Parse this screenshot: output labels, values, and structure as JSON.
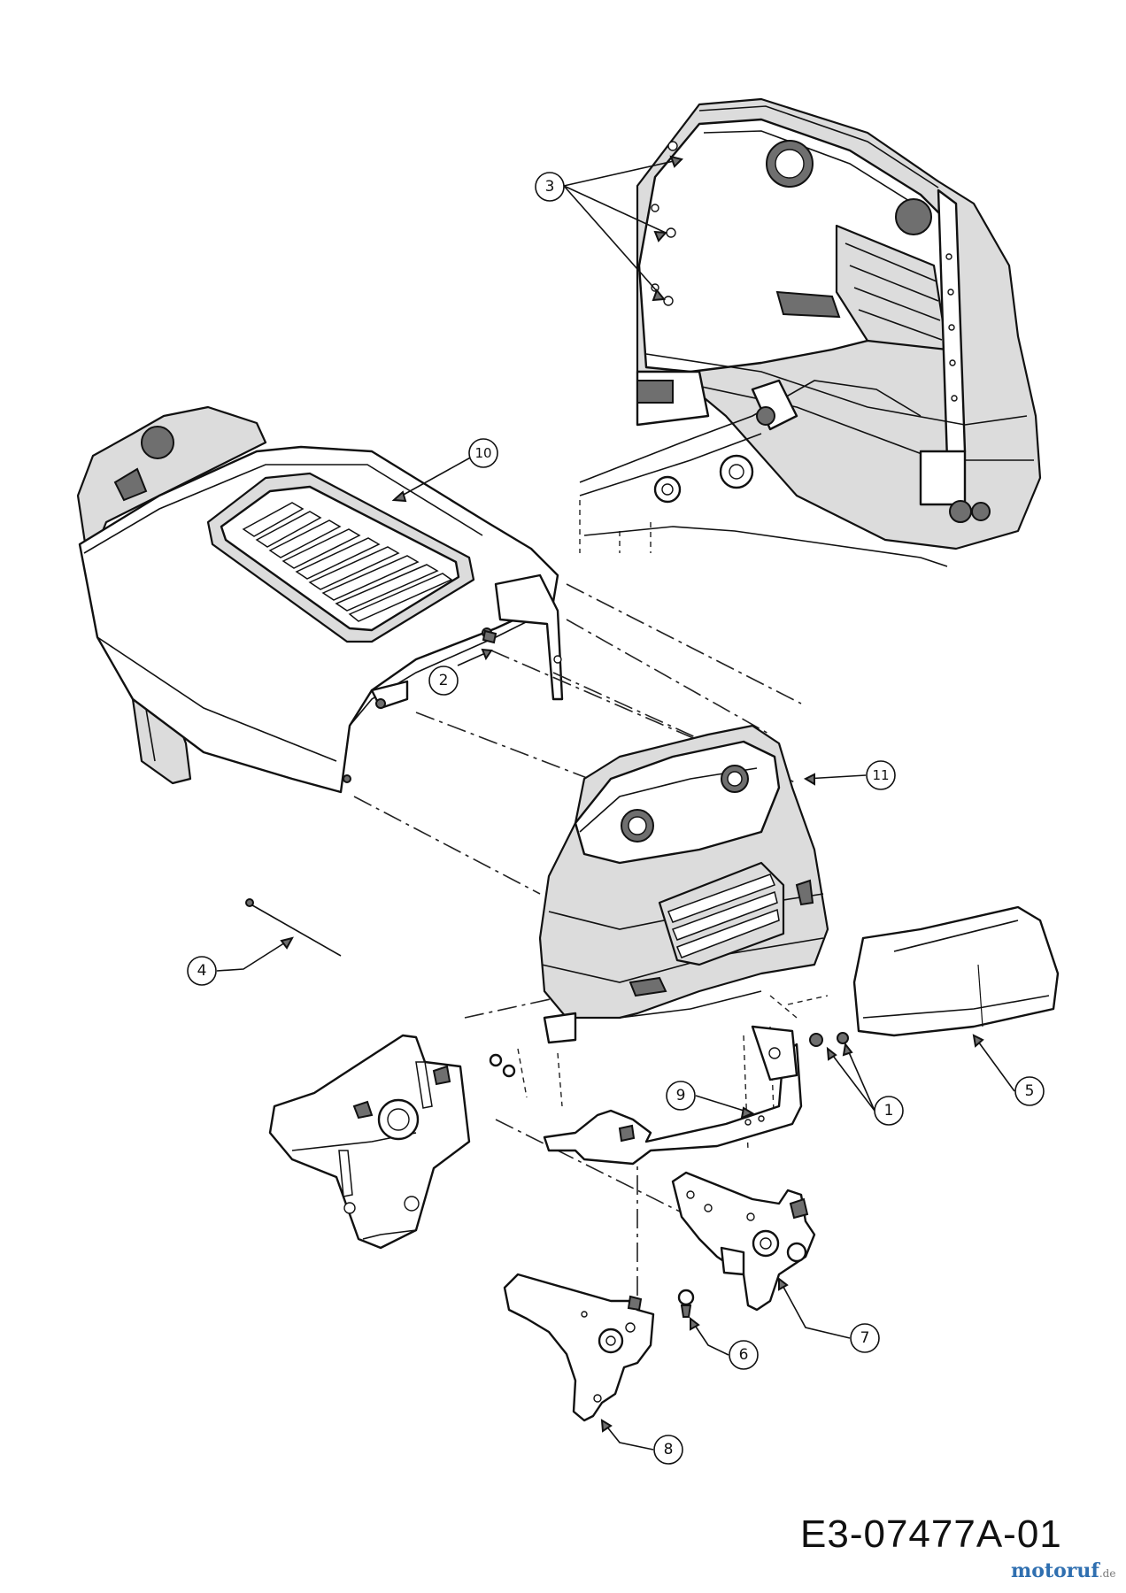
{
  "drawing_code": "E3-07477A-01",
  "watermark": {
    "name": "motoruf",
    "tld": ".de"
  },
  "callouts": [
    {
      "id": "c1",
      "label": "1"
    },
    {
      "id": "c2",
      "label": "2"
    },
    {
      "id": "c3",
      "label": "3"
    },
    {
      "id": "c4",
      "label": "4"
    },
    {
      "id": "c5",
      "label": "5"
    },
    {
      "id": "c6",
      "label": "6"
    },
    {
      "id": "c7",
      "label": "7"
    },
    {
      "id": "c8",
      "label": "8"
    },
    {
      "id": "c9",
      "label": "9"
    },
    {
      "id": "c10",
      "label": "10"
    },
    {
      "id": "c11",
      "label": "11"
    }
  ]
}
